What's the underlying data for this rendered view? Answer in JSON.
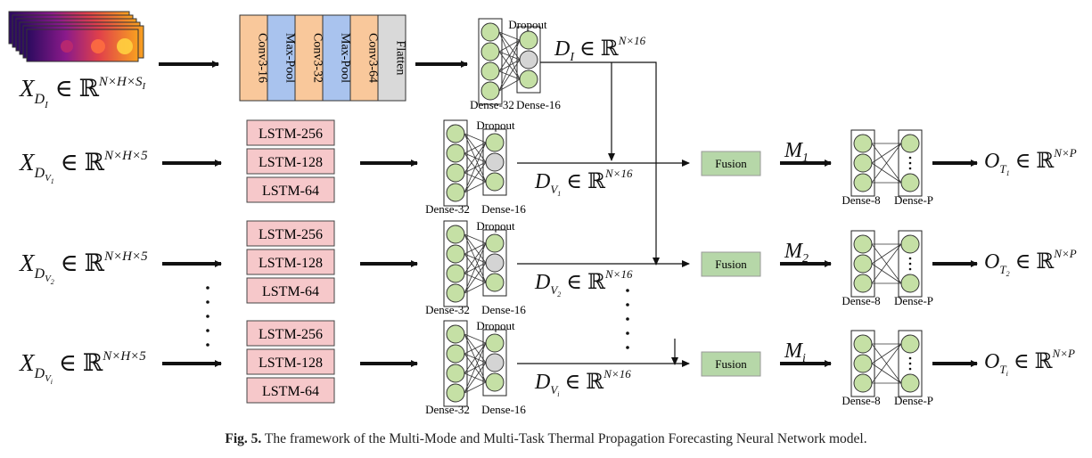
{
  "colors": {
    "conv": "#f9c89b",
    "pool": "#a9c3ee",
    "flatten": "#d9d9d9",
    "lstm": "#f6c8ca",
    "fusion": "#b6d7a8",
    "neuron": "#c5e0a5",
    "dropout_neuron": "#d4d4d4",
    "line": "#111111"
  },
  "image_branch": {
    "input_symbol": "X",
    "input_sub": "D",
    "input_subsub": "I",
    "input_space": "∈ ℝ",
    "input_sup": "N×H×S",
    "input_supsub": "I",
    "cnn_layers": [
      "Conv3-16",
      "Max-Pool",
      "Conv3-32",
      "Max-Pool",
      "Conv3-64",
      "Flatten"
    ],
    "cnn_kinds": [
      "conv",
      "pool",
      "conv",
      "pool",
      "conv",
      "flatten"
    ],
    "dropout_label": "Dropout",
    "dense_a": "Dense-32",
    "dense_b": "Dense-16",
    "out_symbol": "D",
    "out_sub": "I",
    "out_space": "∈ ℝ",
    "out_sup": "N×16"
  },
  "vector_branches": [
    {
      "sub": "1",
      "mode_sub": "1",
      "task_sub": "1"
    },
    {
      "sub": "2",
      "mode_sub": "2",
      "task_sub": "2"
    },
    {
      "sub": "i",
      "mode_sub": "i",
      "task_sub": "i"
    }
  ],
  "vector_common": {
    "input_symbol": "X",
    "input_sub": "D",
    "input_subsub_letter": "V",
    "input_space": "∈ ℝ",
    "input_sup": "N×H×5",
    "lstm_layers": [
      "LSTM-256",
      "LSTM-128",
      "LSTM-64"
    ],
    "dropout_label": "Dropout",
    "dense_a": "Dense-32",
    "dense_b": "Dense-16",
    "feat_symbol": "D",
    "feat_sub_letter": "V",
    "feat_space": "∈ ℝ",
    "feat_sup": "N×16",
    "fusion_label": "Fusion",
    "mode_symbol": "M",
    "head_dense_a": "Dense-8",
    "head_dense_b": "Dense-P",
    "output_symbol": "O",
    "output_sub_letter": "T",
    "output_space": "∈ ℝ",
    "output_sup": "N×P"
  },
  "caption": {
    "label": "Fig. 5.",
    "text": "The framework of the Multi-Mode and Multi-Task Thermal Propagation Forecasting Neural Network model."
  }
}
